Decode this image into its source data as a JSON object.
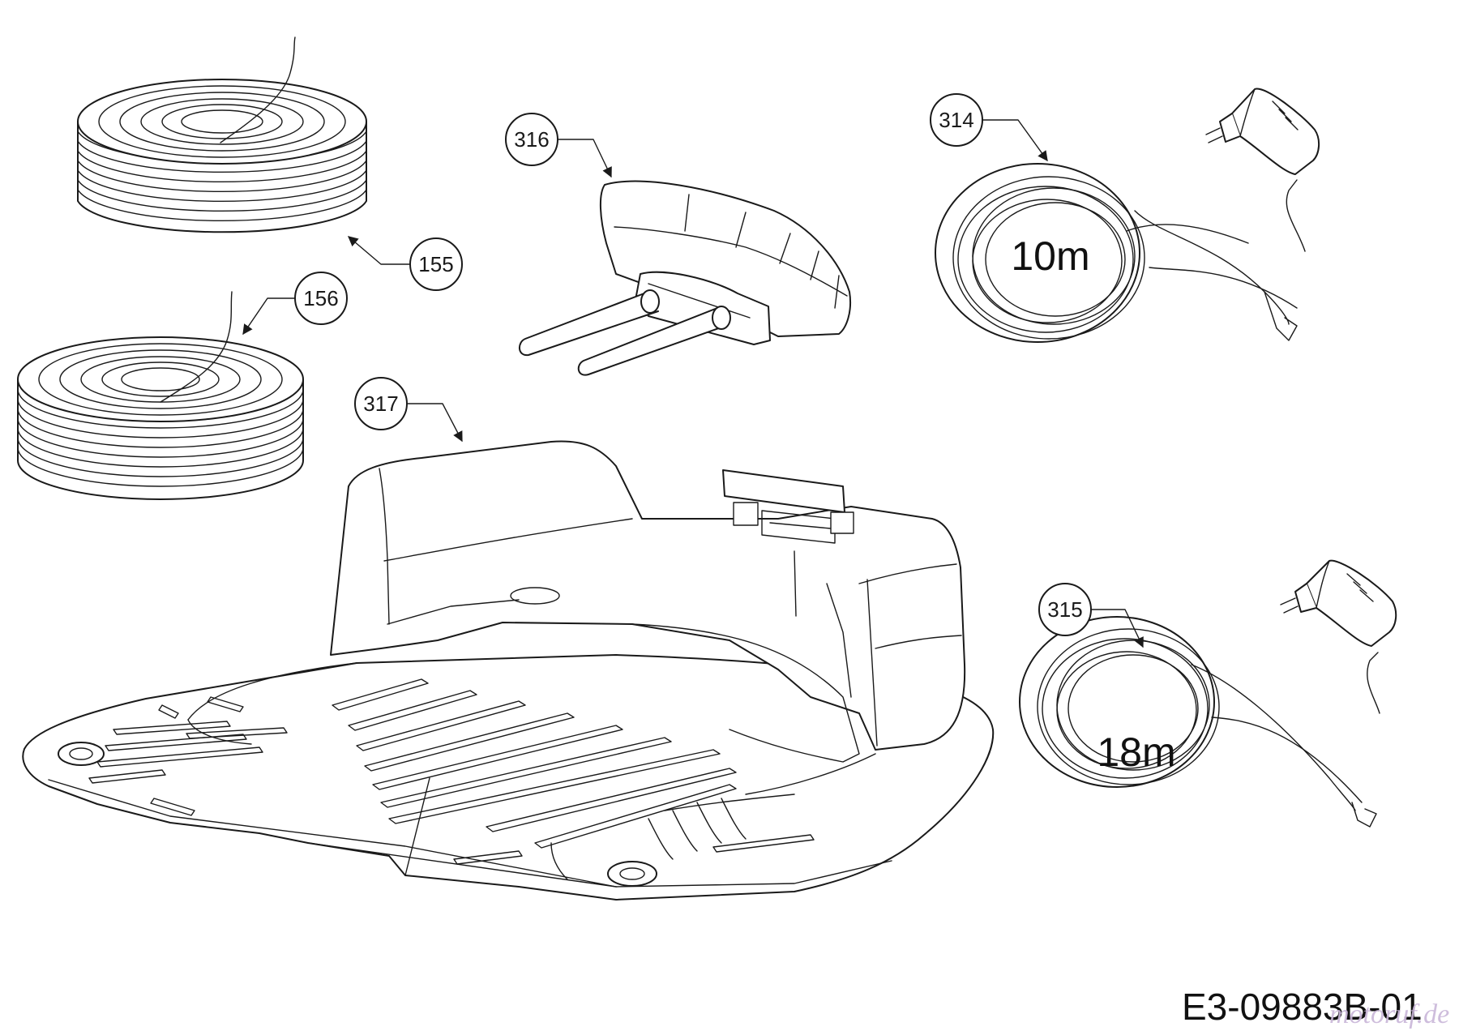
{
  "callouts": {
    "c155": "155",
    "c156": "156",
    "c314": "314",
    "c315": "315",
    "c316": "316",
    "c317": "317"
  },
  "lengths": {
    "l314": "10m",
    "l315": "18m"
  },
  "reference": "E3-09883B-01",
  "watermark": "motoruf.de",
  "colors": {
    "line": "#1a1a1a",
    "background": "#ffffff",
    "watermark": "#c9b6d9"
  }
}
